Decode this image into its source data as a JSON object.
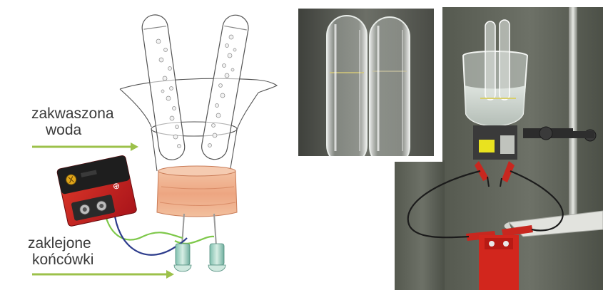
{
  "labels": {
    "acidified_water": [
      "zakwaszona",
      "woda"
    ],
    "sealed_ends": [
      "zaklejone",
      "końcówki"
    ]
  },
  "battery": {
    "terminal_symbol": "⊕"
  },
  "colors": {
    "arrow": "#9cc14a",
    "wire_green": "#7ec84a",
    "wire_blue": "#2d3c8c",
    "battery_red": "#c8201e",
    "electrolyte_pink": "#eda682",
    "photo_background": "#5c6058",
    "clip_red": "#c8271f"
  }
}
